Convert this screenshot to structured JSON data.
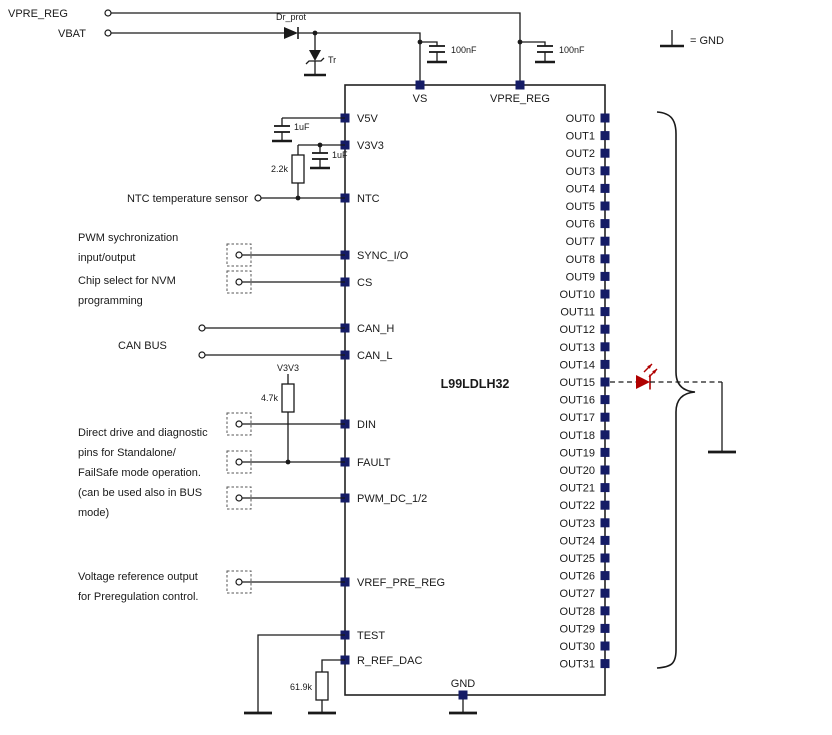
{
  "supplies": {
    "vpre_reg": "VPRE_REG",
    "vbat": "VBAT"
  },
  "legend": {
    "gnd": "= GND"
  },
  "components": {
    "protection_diode": "Dr_prot",
    "transil": "Tr",
    "vs_cap": "100nF",
    "vpre_cap": "100nF",
    "v5v_cap": "1uF",
    "v3v3_cap": "1uF",
    "ntc_pullup": "2.2k",
    "fault_pullup": "4.7k",
    "rref_resistor": "61.9k",
    "pullup_net": "V3V3"
  },
  "ic": {
    "name": "L99LDLH32",
    "top_pins": [
      "VS",
      "VPRE_REG"
    ],
    "left_pins": [
      "V5V",
      "V3V3",
      "NTC",
      "SYNC_I/O",
      "CS",
      "CAN_H",
      "CAN_L",
      "DIN",
      "FAULT",
      "PWM_DC_1/2",
      "VREF_PRE_REG",
      "TEST",
      "R_REF_DAC"
    ],
    "bottom_pin": "GND",
    "outputs": [
      "OUT0",
      "OUT1",
      "OUT2",
      "OUT3",
      "OUT4",
      "OUT5",
      "OUT6",
      "OUT7",
      "OUT8",
      "OUT9",
      "OUT10",
      "OUT11",
      "OUT12",
      "OUT13",
      "OUT14",
      "OUT15",
      "OUT16",
      "OUT17",
      "OUT18",
      "OUT19",
      "OUT20",
      "OUT21",
      "OUT22",
      "OUT23",
      "OUT24",
      "OUT25",
      "OUT26",
      "OUT27",
      "OUT28",
      "OUT29",
      "OUT30",
      "OUT31"
    ]
  },
  "annotations": {
    "ntc": "NTC temperature sensor",
    "sync": [
      "PWM sychronization",
      "input/output"
    ],
    "chip_select": [
      "Chip select for NVM",
      "programming"
    ],
    "can_bus": "CAN BUS",
    "direct_drive": [
      "Direct drive and diagnostic",
      "pins for Standalone/",
      "FailSafe mode operation.",
      "(can be used also in BUS",
      "mode)"
    ],
    "vref": [
      "Voltage reference output",
      "for Preregulation control."
    ]
  }
}
